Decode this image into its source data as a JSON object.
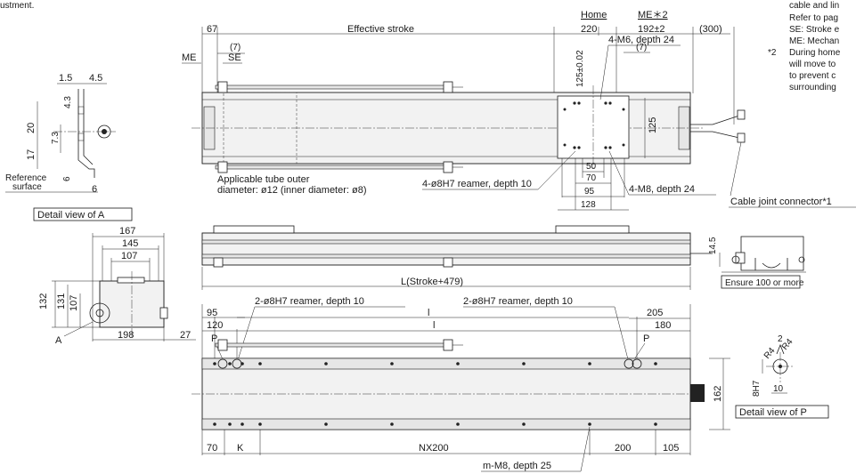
{
  "top_view": {
    "dim_67": "67",
    "effective_stroke": "Effective stroke",
    "home": "Home",
    "me_star2": "ME＊2",
    "dim_220": "220",
    "dim_192": "192±2",
    "dim_300": "(300)",
    "me": "ME",
    "dim_7a": "(7)",
    "se": "SE",
    "dim_7b": "(7)",
    "dim_125_002": "125±0.02",
    "m6": "4-M6, depth 24",
    "dim_125": "125",
    "tube_note_1": "Applicable tube outer",
    "tube_note_2": "diameter: ø12 (inner diameter: ø8)",
    "reamer_4": "4-ø8H7 reamer, depth 10",
    "m8_4": "4-M8, depth 24",
    "dim_50": "50",
    "dim_70": "70",
    "dim_95": "95",
    "dim_128": "128",
    "cable_joint": "Cable joint connector*1"
  },
  "notes": {
    "line1": "cable and lin",
    "line2": "Refer to pag",
    "line3": "SE: Stroke e",
    "line4": "ME: Mechan",
    "star2": "*2",
    "line5": "During home",
    "line6": "will move to",
    "line7": "to prevent c",
    "line8": "surrounding"
  },
  "top_left_text": "ustment.",
  "detail_a": {
    "d15": "1.5",
    "d45": "4.5",
    "d43": "4.3",
    "d20": "20",
    "d73": "7.3",
    "d17": "17",
    "d6v": "6",
    "ref1": "Reference",
    "ref2": "surface",
    "d6h": "6",
    "caption": "Detail view of A"
  },
  "side_view": {
    "dim_145": "14.5",
    "l_label": "L(Stroke+479)",
    "ensure": "Ensure 100 or more"
  },
  "end_view": {
    "d167": "167",
    "d145": "145",
    "d107h": "107",
    "d132": "132",
    "d131": "131",
    "d107v": "107",
    "a_label": "A",
    "d198": "198",
    "d27": "27"
  },
  "bottom_view": {
    "d95": "95",
    "reamer_left": "2-ø8H7 reamer, depth 10",
    "reamer_right": "2-ø8H7 reamer, depth 10",
    "d120": "120",
    "l_upper": "l",
    "l_lower": "l",
    "d205": "205",
    "d180": "180",
    "p_left": "P",
    "p_right": "P",
    "d162": "162",
    "d70": "70",
    "k": "K",
    "nx200": "NX200",
    "d200": "200",
    "d105": "105",
    "m_m8": "m-M8, depth 25"
  },
  "detail_p": {
    "d2": "2",
    "r4a": "R4",
    "r4b": "R4",
    "d8h7": "8H7",
    "d10": "10",
    "caption": "Detail view of P"
  }
}
